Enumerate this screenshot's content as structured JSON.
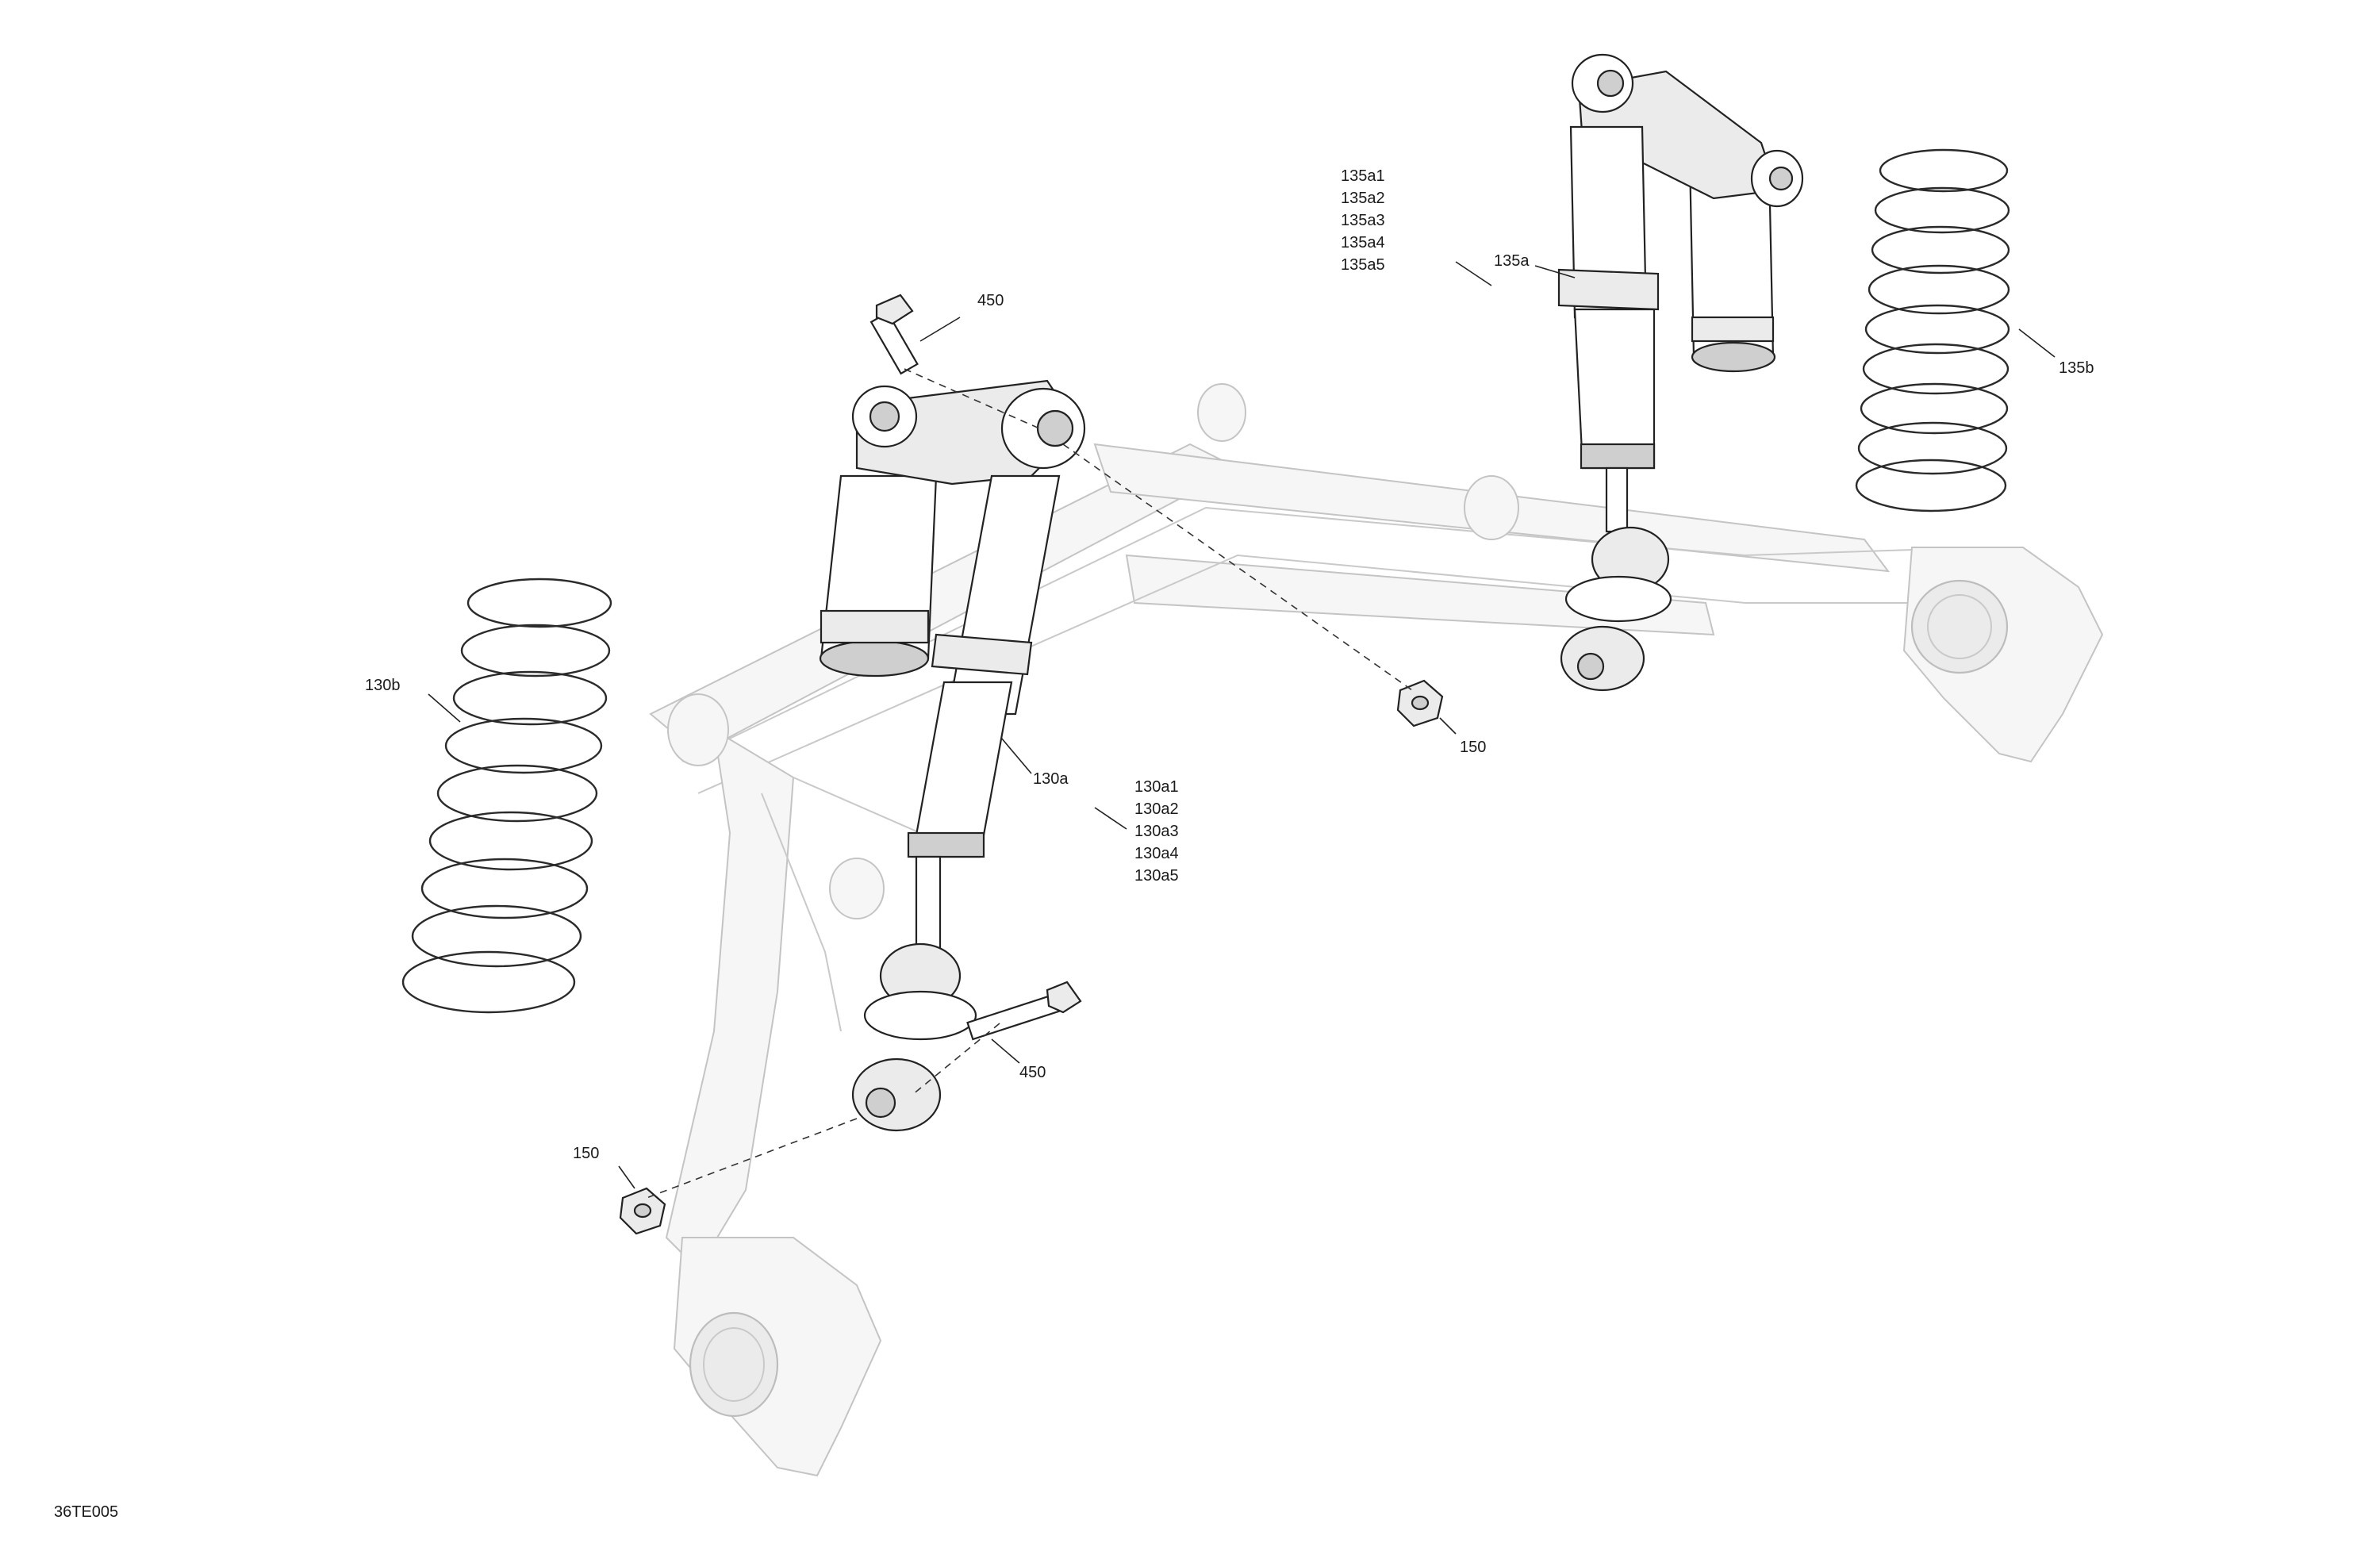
{
  "diagram": {
    "code": "36TE005",
    "callouts": {
      "spring_left": "130b",
      "shock_left": "130a",
      "shock_left_sub": [
        "130a1",
        "130a2",
        "130a3",
        "130a4",
        "130a5"
      ],
      "shock_right": "135a",
      "shock_right_sub": [
        "135a1",
        "135a2",
        "135a3",
        "135a4",
        "135a5"
      ],
      "spring_right": "135b",
      "bolt_top": "450",
      "bolt_bottom": "450",
      "nut_right": "150",
      "nut_left": "150"
    }
  },
  "colors": {
    "line": "#222222",
    "ghost": "#c9c9c9",
    "background": "#ffffff"
  }
}
